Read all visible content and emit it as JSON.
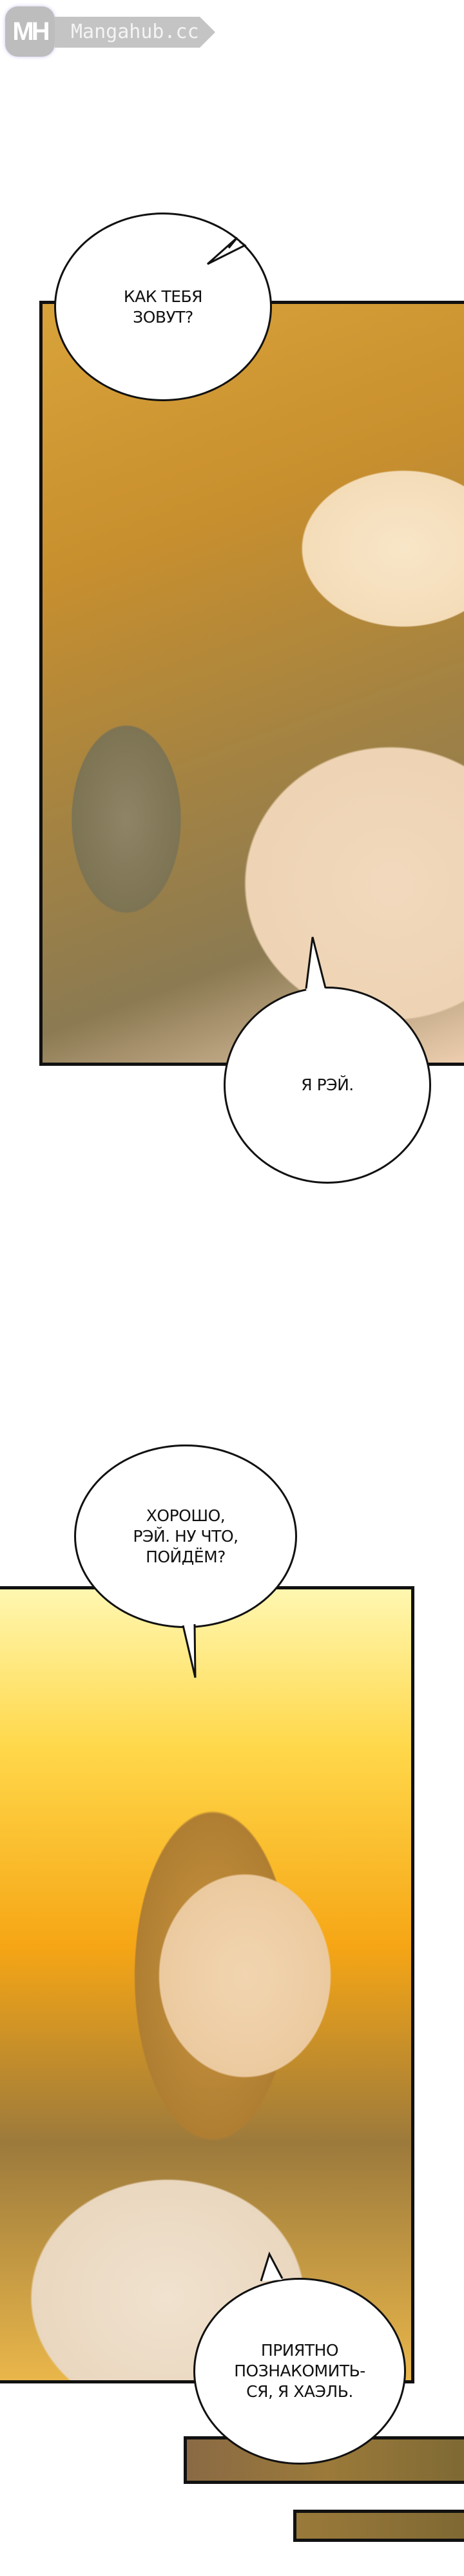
{
  "watermark": {
    "logo": "MH",
    "site": "Mangahub.cc"
  },
  "panels": [
    {
      "bubbles": [
        {
          "text": "КАК ТЕБЯ\nЗОВУТ?"
        },
        {
          "text": "Я РЭЙ."
        }
      ]
    },
    {
      "bubbles": [
        {
          "text": "ХОРОШО,\nРЭЙ. НУ ЧТО,\nПОЙДЁМ?"
        },
        {
          "text": "ПРИЯТНО\nПОЗНАКОМИТЬ-\nСЯ, Я ХАЭЛЬ."
        }
      ]
    }
  ]
}
